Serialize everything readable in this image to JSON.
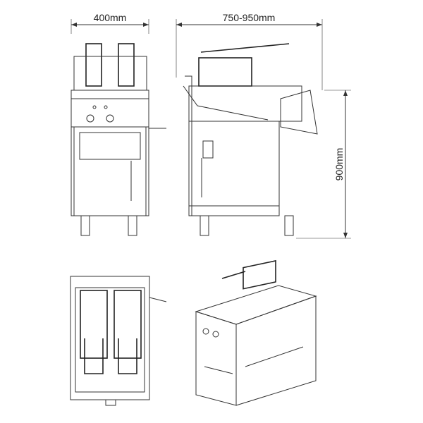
{
  "dimensions": {
    "width": "400mm",
    "depth": "750-950mm",
    "height": "900mm"
  },
  "views": [
    "front-view",
    "side-view",
    "top-view",
    "isometric-view"
  ]
}
